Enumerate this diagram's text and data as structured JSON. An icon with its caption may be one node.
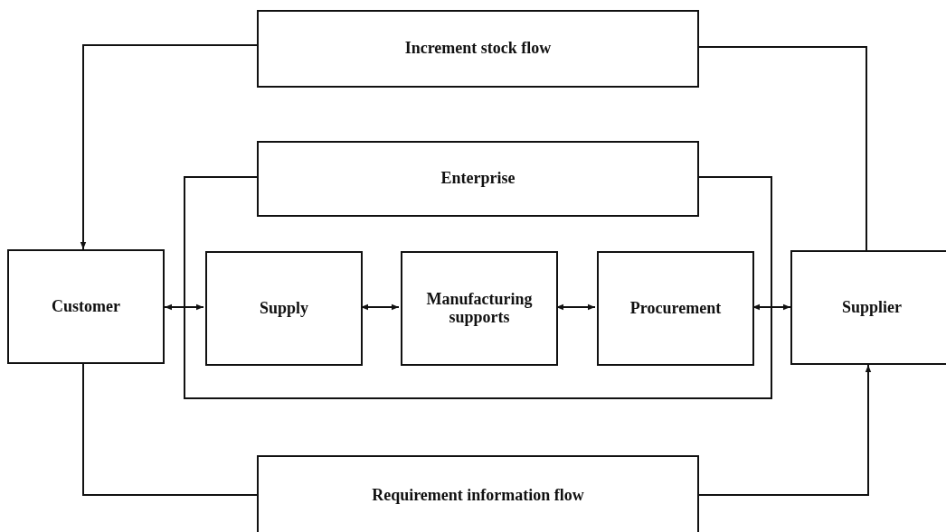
{
  "diagram": {
    "nodes": [
      {
        "text": [
          "Increment stock flow"
        ]
      },
      {
        "text": [],
        "shape": "box"
      },
      {
        "text": [
          "Enterprise"
        ]
      },
      {
        "text": [
          "Customer"
        ]
      },
      {
        "text": [
          "Supply"
        ],
        "in": 1
      },
      {
        "text": [
          "Manufacturing supports"
        ],
        "in": 1
      },
      {
        "text": [
          "Procurement"
        ],
        "in": 1
      },
      {
        "text": [
          "Supplier"
        ]
      },
      {
        "text": [
          "Requirement information flow"
        ]
      }
    ],
    "edges": [
      {
        "from": 0,
        "to": 3,
        "arrow": "to"
      },
      {
        "from": 7,
        "to": 0,
        "arrow": "none"
      },
      {
        "from": 3,
        "to": 8,
        "arrow": "none"
      },
      {
        "from": 8,
        "to": 7,
        "arrow": "to"
      },
      {
        "from": 3,
        "to": 4,
        "arrow": "both"
      },
      {
        "from": 4,
        "to": 5,
        "arrow": "both"
      },
      {
        "from": 5,
        "to": 6,
        "arrow": "both"
      },
      {
        "from": 6,
        "to": 7,
        "arrow": "both"
      }
    ]
  }
}
